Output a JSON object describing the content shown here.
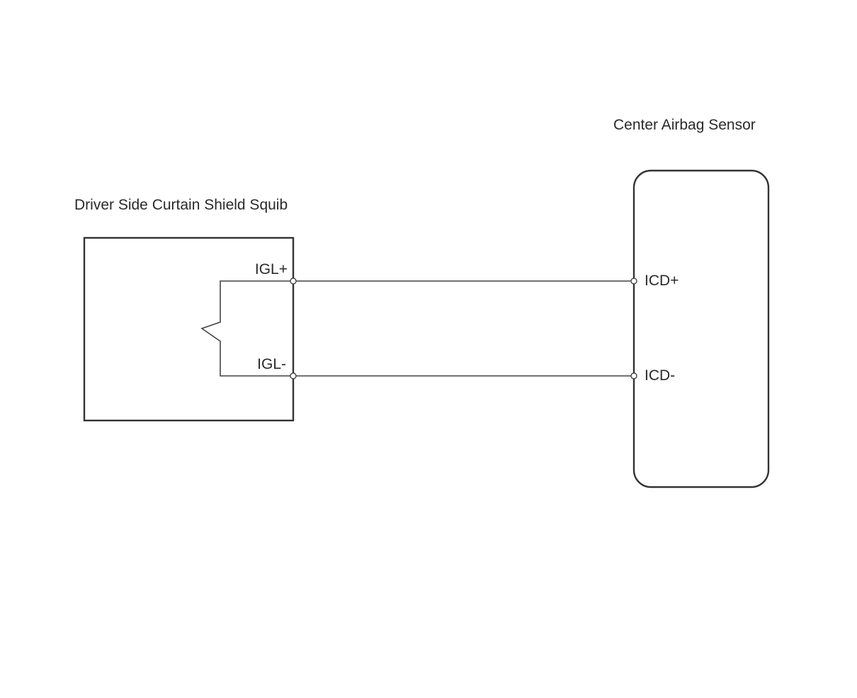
{
  "components": {
    "squib": {
      "title": "Driver Side Curtain Shield Squib",
      "terminals": {
        "plus": "IGL+",
        "minus": "IGL-"
      }
    },
    "sensor": {
      "title": "Center Airbag Sensor",
      "terminals": {
        "plus": "ICD+",
        "minus": "ICD-"
      }
    }
  },
  "connections": [
    {
      "from": "IGL+",
      "to": "ICD+"
    },
    {
      "from": "IGL-",
      "to": "ICD-"
    }
  ],
  "colors": {
    "line": "#333333",
    "text": "#2a2a2a",
    "background": "#ffffff"
  }
}
